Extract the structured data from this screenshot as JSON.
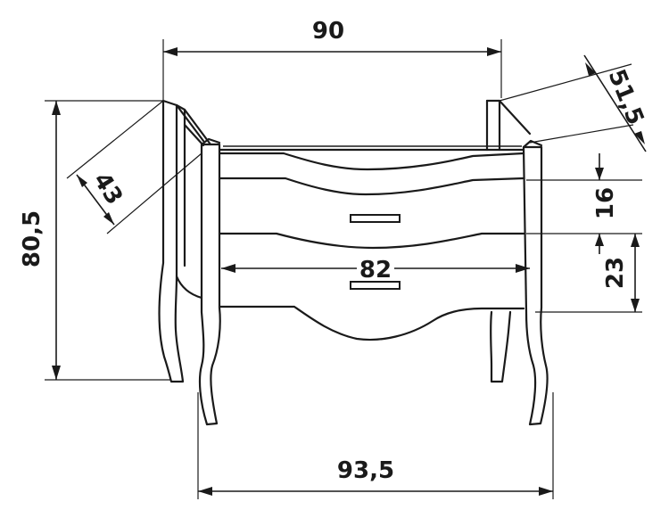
{
  "dimensions": {
    "width_top": "90",
    "depth_top": "51,5",
    "side_depth": "43",
    "height_total": "80,5",
    "drawer_top": "16",
    "drawer_bottom": "23",
    "inner_width": "82",
    "width_bottom": "93,5"
  }
}
